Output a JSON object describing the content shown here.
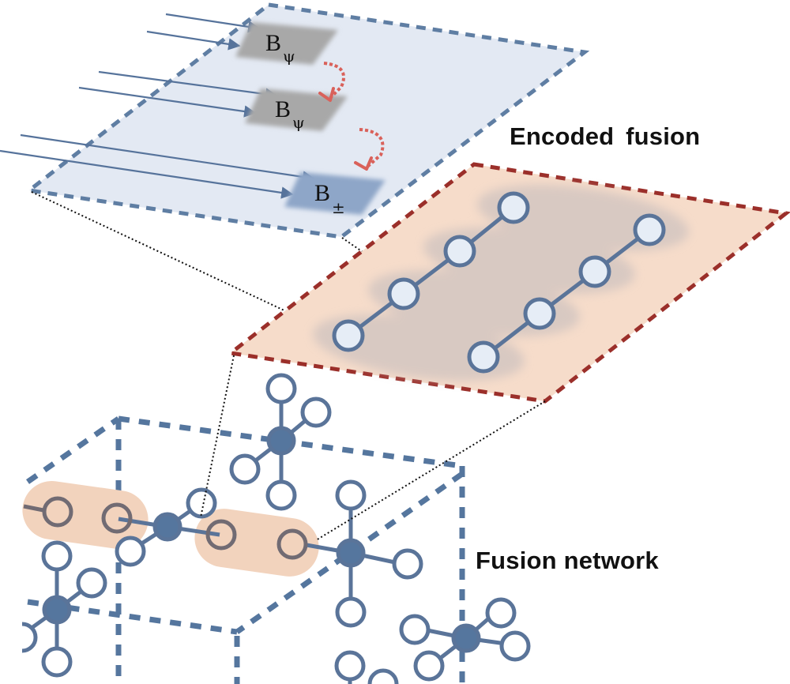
{
  "labels": {
    "encoded_fusion": "Encoded fusion",
    "fusion_network": "Fusion network"
  },
  "measurement_boxes": [
    {
      "name": "B",
      "subscript": "ψ",
      "kind": "boosted-bell-measurement",
      "color": "#a9a9a9"
    },
    {
      "name": "B",
      "subscript": "ψ",
      "kind": "boosted-bell-measurement",
      "color": "#a9a9a9"
    },
    {
      "name": "B",
      "subscript": "±",
      "kind": "final-bell-measurement",
      "color": "#8ea6c8"
    }
  ],
  "colors": {
    "node_blue": "#5a7499",
    "node_fill_light": "#e6edf6",
    "top_plane_fill": "#e3e9f3",
    "top_plane_border": "#5f7ea3",
    "encoded_plane_fill": "#f6dcca",
    "encoded_plane_border": "#9b2f2a",
    "fusion_highlight": "#f2d3bd",
    "feedforward_arrow": "#d9615a",
    "cube_edge": "#55769e",
    "projection_line": "#111111"
  },
  "encoded_plane": {
    "left_chain_nodes": 4,
    "right_chain_nodes": 4,
    "pair_groups": 4
  },
  "fusion_network": {
    "star_clusters": 6,
    "highlighted_fusions": 2
  }
}
